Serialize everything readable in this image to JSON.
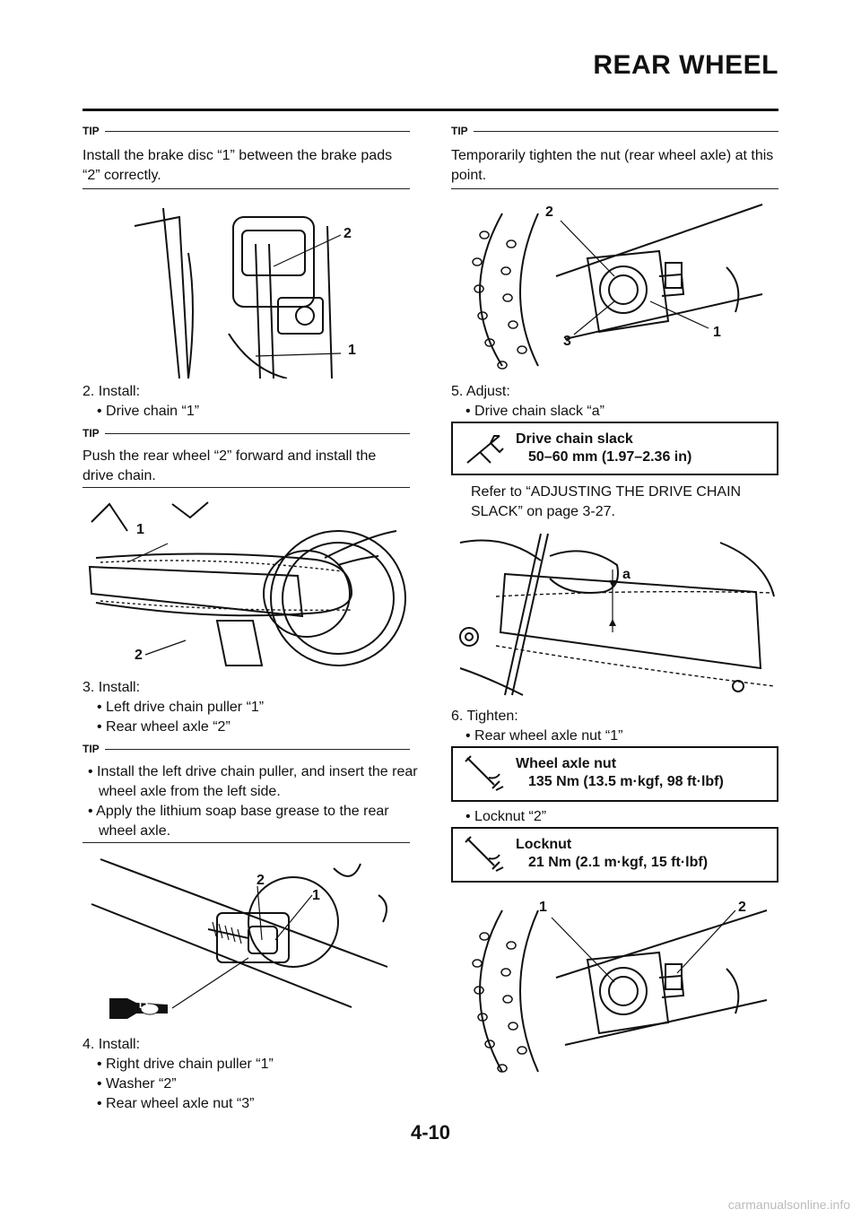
{
  "header": {
    "title": "REAR WHEEL"
  },
  "tip_label": "TIP",
  "left": {
    "tip1": "Install the brake disc “1” between the brake pads “2” correctly.",
    "fig1": {
      "c1": "1",
      "c2": "2"
    },
    "step2": {
      "title": "2.  Install:",
      "items": [
        "• Drive chain “1”"
      ]
    },
    "tip2": "Push the rear wheel “2” forward and install the drive chain.",
    "fig2": {
      "c1": "1",
      "c2": "2"
    },
    "step3": {
      "title": "3.  Install:",
      "items": [
        "• Left drive chain puller “1”",
        "• Rear wheel axle “2”"
      ]
    },
    "tip3": [
      "• Install the left drive chain puller, and insert the rear wheel axle from the left side.",
      "• Apply the lithium soap base grease to the rear wheel axle."
    ],
    "fig3": {
      "c1": "1",
      "c2": "2",
      "ls": "LS"
    },
    "step4": {
      "title": "4.  Install:",
      "items": [
        "• Right drive chain puller “1”",
        "• Washer “2”",
        "• Rear wheel axle nut “3”"
      ]
    }
  },
  "right": {
    "tip1": "Temporarily tighten the nut (rear wheel axle) at this point.",
    "fig1": {
      "c1": "1",
      "c2": "2",
      "c3": "3"
    },
    "step5": {
      "title": "5.  Adjust:",
      "items": [
        "• Drive chain slack “a”"
      ]
    },
    "spec1": {
      "name": "Drive chain slack",
      "value": "50–60 mm (1.97–2.36 in)"
    },
    "refer": "Refer to “ADJUSTING THE DRIVE CHAIN SLACK” on page 3-27.",
    "fig2": {
      "ca": "a"
    },
    "step6": {
      "title": "6.  Tighten:",
      "items": [
        "• Rear wheel axle nut “1”"
      ]
    },
    "spec2": {
      "name": "Wheel axle nut",
      "value": "135 Nm (13.5 m·kgf, 98 ft·lbf)"
    },
    "locknut_item": "• Locknut “2”",
    "spec3": {
      "name": "Locknut",
      "value": "21 Nm (2.1 m·kgf, 15 ft·lbf)"
    },
    "fig3": {
      "c1": "1",
      "c2": "2"
    }
  },
  "footer": {
    "page": "4-10"
  },
  "watermark": "carmanualsonline.info"
}
